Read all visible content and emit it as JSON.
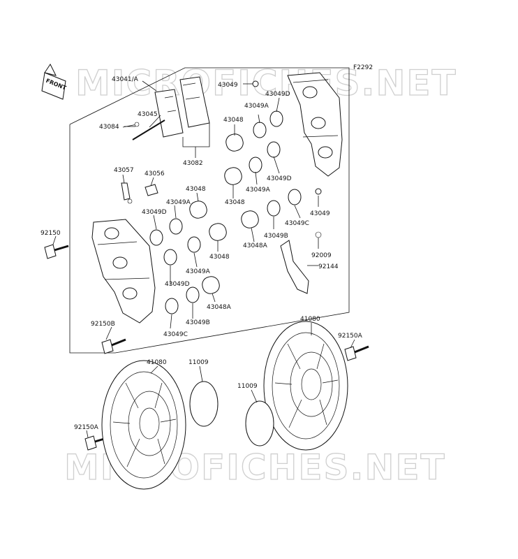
{
  "figure_code": "F2292",
  "front_tag": "FRONT",
  "watermarks": [
    "MICROFICHES.NET",
    "MICROFICHES.NET"
  ],
  "part_labels": [
    "43041/A",
    "43045",
    "43084",
    "43082",
    "43057",
    "43056",
    "43048",
    "43049A",
    "43049D",
    "43048",
    "43049A",
    "43049D",
    "43049B",
    "43049C",
    "92150",
    "92150B",
    "43049",
    "43049D",
    "43049A",
    "43048",
    "43049D",
    "43049A",
    "43048",
    "43049C",
    "43049",
    "43049B",
    "43048A",
    "92009",
    "92144",
    "43048A",
    "43048",
    "41080",
    "11009",
    "92150A",
    "41080",
    "92150A",
    "11009"
  ]
}
